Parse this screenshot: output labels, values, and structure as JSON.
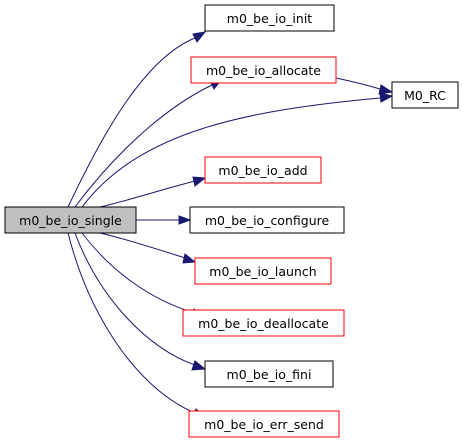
{
  "colors": {
    "edge": "#191970",
    "root_fill": "#bfbfbf",
    "node_fill": "#ffffff",
    "border_documented": "#000000",
    "border_linked": "#ff0000"
  },
  "graph": {
    "root": {
      "label": "m0_be_io_single"
    },
    "nodes": {
      "init": {
        "label": "m0_be_io_init"
      },
      "allocate": {
        "label": "m0_be_io_allocate"
      },
      "rc": {
        "label": "M0_RC"
      },
      "add": {
        "label": "m0_be_io_add"
      },
      "configure": {
        "label": "m0_be_io_configure"
      },
      "launch": {
        "label": "m0_be_io_launch"
      },
      "deallocate": {
        "label": "m0_be_io_deallocate"
      },
      "fini": {
        "label": "m0_be_io_fini"
      },
      "err_send": {
        "label": "m0_be_io_err_send"
      }
    },
    "edges": [
      {
        "from": "root",
        "to": "init"
      },
      {
        "from": "root",
        "to": "allocate"
      },
      {
        "from": "root",
        "to": "rc"
      },
      {
        "from": "root",
        "to": "add"
      },
      {
        "from": "root",
        "to": "configure"
      },
      {
        "from": "root",
        "to": "launch"
      },
      {
        "from": "root",
        "to": "deallocate"
      },
      {
        "from": "root",
        "to": "fini"
      },
      {
        "from": "root",
        "to": "err_send"
      },
      {
        "from": "allocate",
        "to": "rc"
      }
    ]
  }
}
